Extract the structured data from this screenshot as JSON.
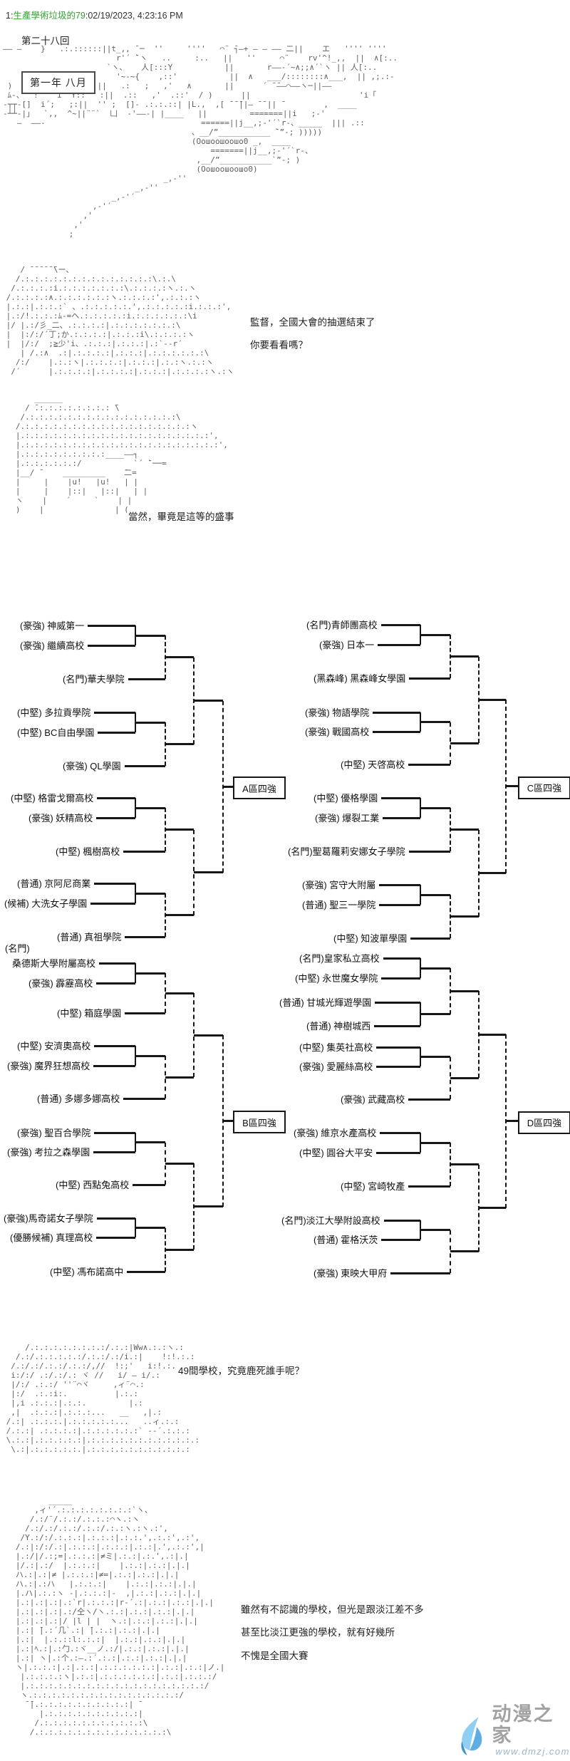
{
  "post": {
    "number_prefix": "1:",
    "author": "生產學術垃圾的79",
    "timestamp_suffix": ":02/19/2023, 4:23:16 PM",
    "episode_title": "第二十八回"
  },
  "scene": {
    "banner": "第一年 八月"
  },
  "ascii_art": {
    "scene": [
      "―― ―    }   .:.::::::||t_,, ̄ ─  ''     ''''   ⌒¨ ̄┐―+ ― ― ―― 二||    エ   '''' ''''",
      "                        r'´ ̄`ヽ   ..     :..   ||   ''     ⌒¨    rv'^!_,,  ||  ∧[:..",
      "                      `ヽ、   人[:::Y           ||       r――-´~∧;;∧´`ヽ || 人[:..",
      "                        '~‐~{    ,::'           ||  ∧   ___/::::::::∧___,  || ,;.:‐",
      " )     |     >::    ||   .:   ;   ,'   ∧       ||      ´ ̄ ̄――⌒――ヽ─||――",
      " ﾑ-、  !    i  Y::   :||  .::   ,'  .::'  / )      ||                       'i「",
      "‐┬┬‐[]  i´;   ;:||  '' ;  []‐ .:.:.::| |L.,  ,[ ̄ ̄ ̄||― ̄ ̄ || ̄         ,  ____",
      "‐┴┴‐|」  `,,  ^~||¨¨`  凵  ‐'――‐| |____   ||         =======||i   ;‐'",
      "   ―  ――‐                                 ======||j__,;‐'´`r‐、_____  ||| .::",
      "                                        、__/”___________ ̄`”‐; )))))",
      "                                        (Ooшooшooшo0 _,  ____",
      "                                            =======||j__,;‐'´`r‐、",
      "                                         ,__/”___________`”‐; )",
      "                                         (Ooшooшooшo0)",
      "                                  _,‐''",
      "                            _,‐''",
      "                       _,‐'´",
      "                   ,‐'´",
      "                 ,'",
      "               ,'",
      "              ;"
    ],
    "char1": [
      "    / ̄ ̄ ̄ ̄ ̄ ̄\\ー、",
      "   /.:.:.:.:.:.:.:.:.:.:.:.:.:.:\\.:.\\",
      "  /.:.:.:.:i.:.:.:.:.:.:.:\\.:.:.:.:ヽ.:.ヽ",
      " /.:.:.:.:∧.:.:.:.:.:.:ヽ.:.:.:.:',.:.:.:ヽ",
      " |.:.:|.:.:.:` 、.:.:.:.:.:.',.:.:.:.:.:i.:.:.:',",
      " |.:/!.:.:.:ﾑ-=ヘ.:.:.:.:.:i.:.:.:.:.:.:\\i",
      " |/ |.:/彡_二、.:.:.:.:|.:.:.:.:.:.:.:\\",
      " |  |:/:/´丁;か.:.:.:.:|.:.:.:i\\.:.:.:.:ヽ",
      " |  |/:/  ;≧少'i、.:.:.:|.:.:.:|.:`--r´",
      "    | /.:∧  .:|.:.:.:.:|.:.:.:|.:.:.:.:.:.:\\",
      "   /:/    |.:.:ヽ|.:.:.:.:|.:.:.:|.:.:ヽ.:.:ヽ",
      "  /´      |.:.:.:.:|.:.:.:.:|.:.:.:|.:.:.:.:ヽ.:ヽ"
    ],
    "char2": [
      "       ______",
      "     / ̄.:.:.:.:.:.:.:.: ̄\\",
      "    /.:.:.:.:.:.:.:.:.:.:.:.:.:.:.:.:\\",
      "   /.:.:.:.:.:.:.:.:.:.:.:.:.:.:.:.:.:.:ヽ",
      "   |.:.:.:.:.:.:.:.:.:.:.:.:.:.:.:.:.:.:.:.:',",
      "   |.:.:.:.:.:.:.:.:.:.:.:.:.:.:.:.:.:.:.:.:.:',",
      "   |.:.:.:.:.:.:.:.:.:____――┐",
      "   |.:.:.:.:.:.:/           `´ ̄`──=",
      "   |__/ ̄     _________    ̄二=",
      "   |     |    |u!   |u!   | |",
      "   |     |    |::|   |::|   | |",
      "   ヽ    |    ´     `    | |",
      "   )    |               | ("
    ],
    "char3": [
      "     /.:.:.:.:.:.:.:.:/.:.:|Ww∧.:.:ヽ.:",
      "   /.:/.:.:.:.:.:/.:.:/.:/i.:|    !:!.:.:",
      "  /.:/.:/.:.:/.:.:/,//  !:;'   i:!.:.:",
      "  i:/:/ .:/.:/.: ヾ //   i/ ― i/.:",
      "  |/:/ .:.:/ ''¨⌒ヾ     ,ィ¨⌒.:",
      "  |:/  .:.:i:.          |.:.:",
      "  |,i .:.:.:|.:.:.         |.:",
      "  ,|  .:.:.:|.:.:.:...   __   ,|.:",
      " /.:| .:.:.:.|.:.:.:.:.:...   ..ィ.:.:",
      " /.:.:| .:.:.:.:|.:.:.:.:.:.:` ‐‐´.:.:.:",
      " \\.:.:|.:.:.:.:.:|.:.:.:.:.:.:.:.:.:.:.:.:",
      "  \\.:|.:.:.:.:.:.|.:.:.:.:.:.:.:.:.:.:.:"
    ],
    "char4": [
      "          _____",
      "       ,ィ'´.:.:.:.:.:.:.:.:`ヽ、",
      "      /.:/¨/.:.:/.:.:.:⌒ヽ.:ヽ",
      "     /.:/.:/.:.:/.:.:/.:.:ヽ.:ヽ.:',",
      "    /Y.:/:/.:.:.:|.:.:.:|.:.:.',.:.:',.:',",
      "   /.:|:/:/.:|.:.:.:|.:.:.:|.:.:|.',.:.:',|",
      "   |.:/|/.:;=|.:.:.:|≠ミ|.:.:|.:.',.:|.|",
      "   |/.:|.:/  |.:.:.:|    |.:.:|.:.:|.|.|",
      "   ハ.:|.:|≠ |.:.:.:|≠=|.:.:|.:.:|.|.|",
      "   ハ.:|.:ハ   |.:.:.:|    |.:.:|.:.:|.|.|",
      "   |.ハ|.:.:ヽ ‐|.:.:.:|‐  ,|.:.:|.:.:|.|.|",
      "   |.:|.:|.:|.:`r|.:.:.:|r‐´.:|.:.:|.:.:|.|.|",
      "   |.:|.:|.:|.:/仝ヽ/ヽ.:.:|.:.:|.:.:|.|.|",
      "   |.:|.:|.:|/ |l | |  ヽ.:|.:.:|.:.:|.|.|",
      "   |.:| ̄|.:´几`.:| ̄|.:.:|.:.:|.|.|",
      "   |.:|  |.:.::l:.:.:|  |.:.:|.:.:|.|.|",
      "   |.:|ﾍ.:|.:勹.:ヾ__ノ.:/|.:.:|.:.:|.|.|",
      "   |.:| ヽ|.:个.:―.:´.:.:|.:.:|.:.:|.|.|",
      "   ヽ|.:.:.:|.:|.:.:|.:.:.:.:.:.:|.:.:|.:.:|ノ.|",
      "    |.:.:.:.:ヽ|.:.:|.:.:.:.:.:.:|.:.:|.:.:.:/",
      "    |.:.:.:.:.:.:.:.:.:.:.:.:.:.:.:.:.:.:.:/",
      "    ヽ.:.:.:.:.:.:.:.:.:.:.:.:.:.:.:.:/",
      "     ̄ ̄|.:.:.:.:.:.:.:.:.:.:| ̄",
      "        |.:.:.:.:.:.:.:.:.:.:|",
      "       /.:.:.:.:.:.:.:.:.:.:.:\\",
      "      /.:.:.:.:.:.:.:.:.:.:.:.:.:.:\\"
    ]
  },
  "dialogues": {
    "d1a": "監督，全國大會的抽選結束了",
    "d1b": "你要看看嗎？",
    "d2": "當然，畢竟是這等的盛事",
    "d3": "49間學校，究竟鹿死誰手呢？",
    "d4a": "雖然有不認識的學校，但光是跟淡江差不多",
    "d4b": "甚至比淡江更強的學校，就有好幾所",
    "d4c": "不愧是全國大賽"
  },
  "bracket": {
    "regions": [
      {
        "label": "A區四強",
        "groups": [
          {
            "teams": [
              {
                "label": "(豪強) 神威第一"
              },
              {
                "label": "(豪強) 繼續高校"
              },
              {
                "label": "(名門)華夫學院"
              }
            ]
          },
          {
            "teams": [
              {
                "label": "(中堅) 多拉貢學院"
              },
              {
                "label": "(中堅) BC自由學園"
              },
              {
                "label": "(豪強) QL學園"
              }
            ]
          },
          {
            "teams": [
              {
                "label": "(中堅) 格雷戈爾高校"
              },
              {
                "label": "(豪強) 妖精高校"
              },
              {
                "label": "(中堅) 楓樹高校"
              }
            ]
          },
          {
            "teams": [
              {
                "label": "(普通) 京阿尼商業"
              },
              {
                "label": "(候補) 大洗女子學園"
              },
              {
                "label": "(普通) 真祖學院"
              }
            ]
          }
        ]
      },
      {
        "label": "B區四強",
        "groups": [
          {
            "teams": [
              {
                "tier_above": "(名門)",
                "label": "桑德斯大學附屬高校"
              },
              {
                "label": "(豪強) 霹靂高校"
              },
              {
                "label": "(中堅) 箱庭學園"
              }
            ]
          },
          {
            "teams": [
              {
                "label": "(中堅) 安濟奧高校"
              },
              {
                "label": "(豪強) 魔界狂想高校"
              },
              {
                "label": "(普通) 多娜多娜高校"
              }
            ]
          },
          {
            "teams": [
              {
                "label": "(豪強) 聖百合學院"
              },
              {
                "label": "(豪強) 考拉之森學園"
              },
              {
                "label": "(中堅) 西點兔高校"
              }
            ]
          },
          {
            "teams": [
              {
                "label": "(豪強)馬奇諾女子學院"
              },
              {
                "label": "(優勝候補) 真理高校"
              },
              {
                "label": "(中堅) 馮布諾高中"
              }
            ]
          }
        ]
      },
      {
        "label": "C區四強",
        "groups": [
          {
            "teams": [
              {
                "label": "(名門)青師團高校"
              },
              {
                "label": "(豪強) 日本一"
              },
              {
                "label": "(黑森峰) 黑森峰女學園"
              }
            ]
          },
          {
            "teams": [
              {
                "label": "(豪強) 物語學院"
              },
              {
                "label": "(豪強) 戰國高校"
              },
              {
                "label": "(中堅) 天啓高校"
              }
            ]
          },
          {
            "teams": [
              {
                "label": "(中堅) 優格學園"
              },
              {
                "label": "(豪強) 爆裂工業"
              },
              {
                "label": "(名門)聖葛羅莉安娜女子學院"
              }
            ]
          },
          {
            "teams": [
              {
                "label": "(豪強) 宮守大附屬"
              },
              {
                "label": "(普通) 聖三一學院"
              },
              {
                "label": "(中堅) 知波單學園"
              }
            ]
          }
        ]
      },
      {
        "label": "D區四強",
        "groups": [
          {
            "teams": [
              {
                "label": "(名門)皇家私立高校"
              },
              {
                "label": "(中堅) 永世魔女學院"
              },
              {
                "label": "(普通) 甘城光輝遊學園"
              },
              {
                "label": "(普通) 神樹城西"
              }
            ]
          },
          {
            "teams": [
              {
                "label": "(中堅) 集英社高校"
              },
              {
                "label": "(豪強) 愛麗絲高校"
              },
              {
                "label": "(豪強) 武藏高校"
              }
            ]
          },
          {
            "teams": [
              {
                "label": "(豪強) 維京水產高校"
              },
              {
                "label": "(中堅) 圓谷大平安"
              },
              {
                "label": "(中堅) 宮崎牧產"
              }
            ]
          },
          {
            "teams": [
              {
                "label": "(名門)淡江大學附設高校"
              },
              {
                "label": "(普通) 霍格沃茨"
              },
              {
                "label": "(豪強) 東映大甲府"
              }
            ]
          }
        ]
      }
    ]
  },
  "watermark": {
    "site_name": "动漫之家",
    "site_url": "www.dmzj.com"
  }
}
